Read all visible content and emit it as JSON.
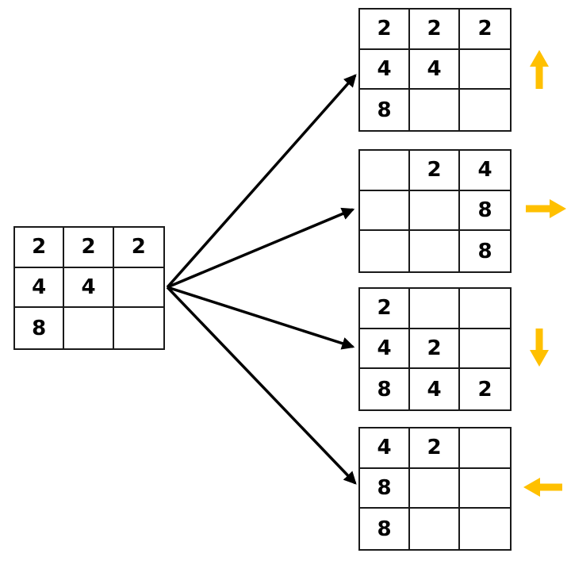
{
  "diagram": {
    "source_grid": {
      "rows": [
        [
          "2",
          "2",
          "2"
        ],
        [
          "4",
          "4",
          ""
        ],
        [
          "8",
          "",
          ""
        ]
      ]
    },
    "moves": [
      {
        "direction": "up",
        "rows": [
          [
            "2",
            "2",
            "2"
          ],
          [
            "4",
            "4",
            ""
          ],
          [
            "8",
            "",
            ""
          ]
        ]
      },
      {
        "direction": "right",
        "rows": [
          [
            "",
            "2",
            "4"
          ],
          [
            "",
            "",
            "8"
          ],
          [
            "",
            "",
            "8"
          ]
        ]
      },
      {
        "direction": "down",
        "rows": [
          [
            "2",
            "",
            ""
          ],
          [
            "4",
            "2",
            ""
          ],
          [
            "8",
            "4",
            "2"
          ]
        ]
      },
      {
        "direction": "left",
        "rows": [
          [
            "4",
            "2",
            ""
          ],
          [
            "8",
            "",
            ""
          ],
          [
            "8",
            "",
            ""
          ]
        ]
      }
    ],
    "colors": {
      "background": "#ffffff",
      "grid_line": "#1a1a1a",
      "number": "#000000",
      "connector_arrow": "#000000",
      "direction_arrow": "#ffc000"
    }
  }
}
